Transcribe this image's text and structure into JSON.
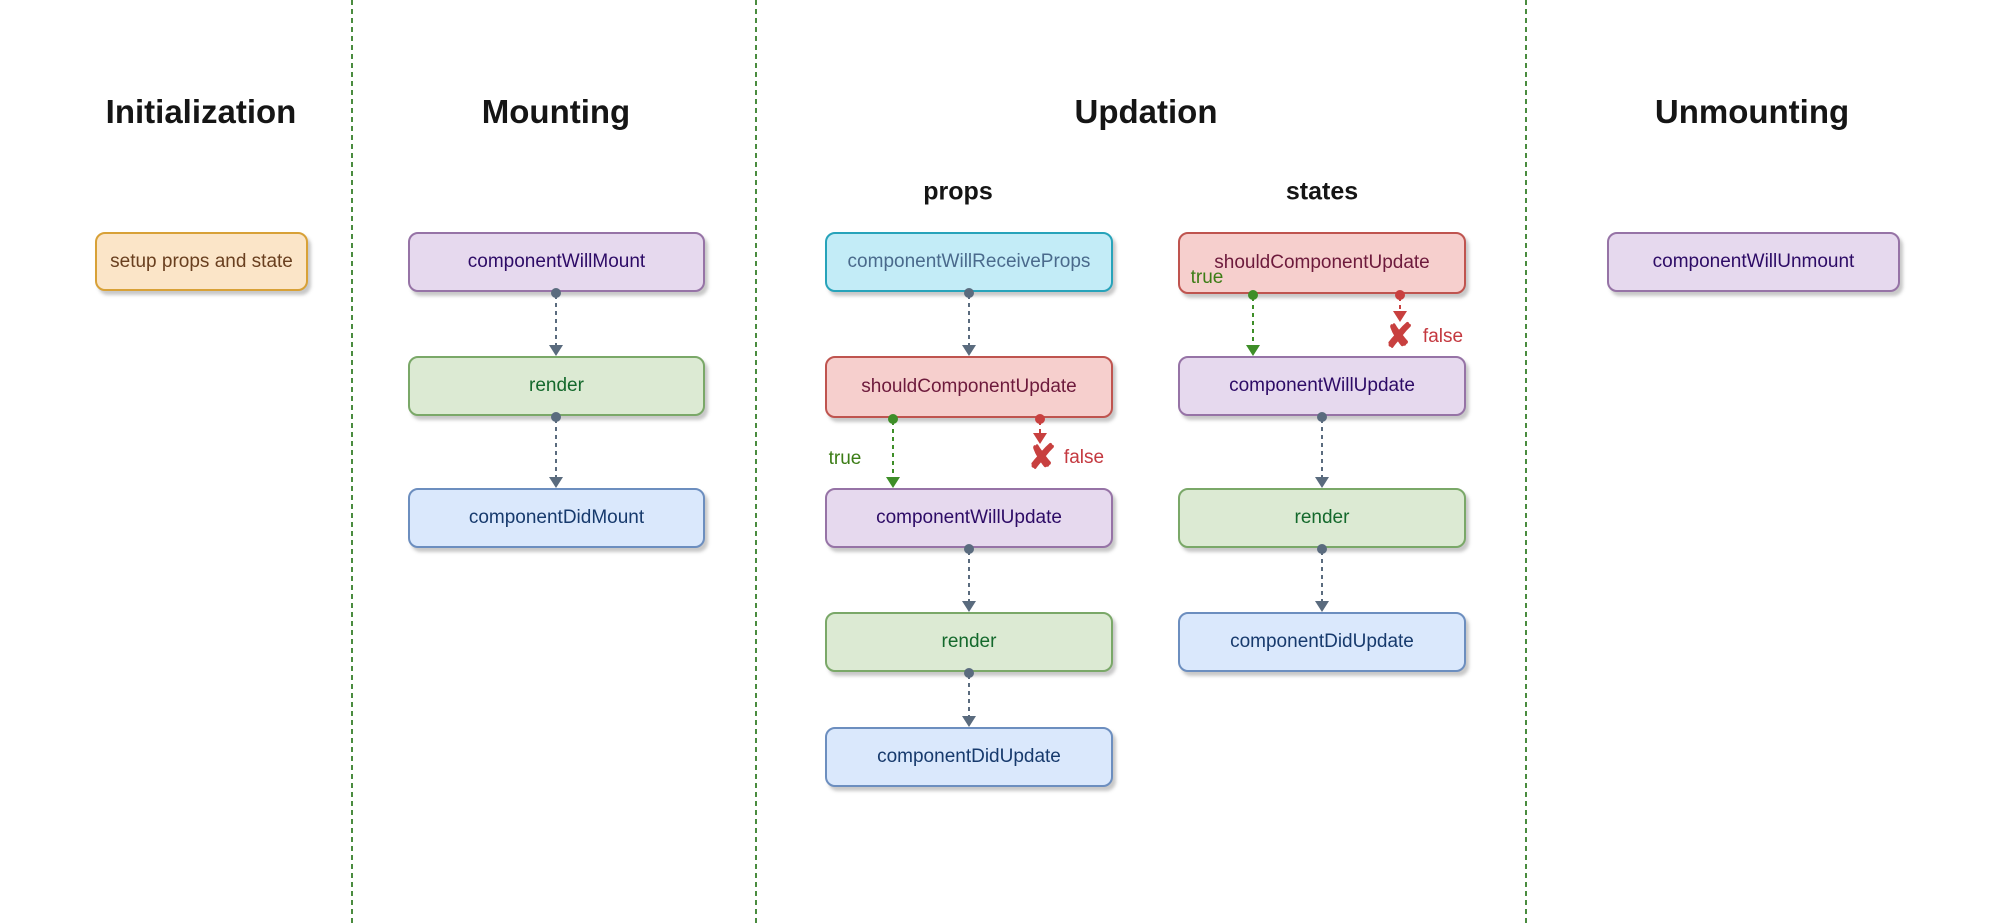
{
  "sections": {
    "initialization": {
      "title": "Initialization",
      "nodes": {
        "setup": "setup props and state"
      }
    },
    "mounting": {
      "title": "Mounting",
      "nodes": {
        "willMount": "componentWillMount",
        "render": "render",
        "didMount": "componentDidMount"
      }
    },
    "updation": {
      "title": "Updation",
      "props_label": "props",
      "states_label": "states",
      "props": {
        "willReceiveProps": "componentWillReceiveProps",
        "shouldUpdate": "shouldComponentUpdate",
        "willUpdate": "componentWillUpdate",
        "render": "render",
        "didUpdate": "componentDidUpdate"
      },
      "states": {
        "shouldUpdate": "shouldComponentUpdate",
        "willUpdate": "componentWillUpdate",
        "render": "render",
        "didUpdate": "componentDidUpdate"
      }
    },
    "unmounting": {
      "title": "Unmounting",
      "nodes": {
        "willUnmount": "componentWillUnmount"
      }
    }
  },
  "branch": {
    "true_label": "true",
    "false_label": "false",
    "x_icon": "✘"
  },
  "colors": {
    "divider_green": "#4a8c3f",
    "arrow_slate": "#5a6b7e",
    "arrow_true_green": "#3e8e28",
    "arrow_false_red": "#c8403f",
    "true_text": "#3c7d16",
    "false_text": "#c4383f",
    "node_orange": {
      "bg": "#fbe5c8",
      "border": "#d8a137",
      "text": "#693f1f"
    },
    "node_purple": {
      "bg": "#e6d9ee",
      "border": "#9673a6",
      "text": "#2d0b66"
    },
    "node_green": {
      "bg": "#dcead3",
      "border": "#7aa868",
      "text": "#14692c"
    },
    "node_blue": {
      "bg": "#dae8fc",
      "border": "#6c8ebf",
      "text": "#173a6d"
    },
    "node_cyan": {
      "bg": "#c3ecf7",
      "border": "#27a3ba",
      "text": "#4a6a8c"
    },
    "node_red": {
      "bg": "#f6cfcd",
      "border": "#bf544f",
      "text": "#6d1a3c"
    }
  }
}
